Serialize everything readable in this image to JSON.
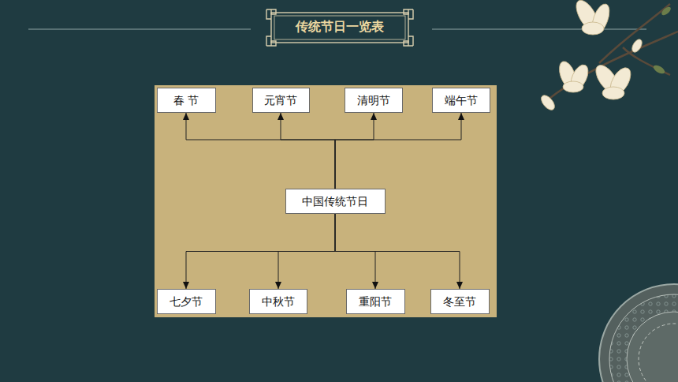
{
  "diagram": {
    "title": "传统节日一览表",
    "nodes": [
      {
        "text": [
          "春 节"
        ]
      },
      {
        "text": [
          "元宵节"
        ]
      },
      {
        "text": [
          "清明节"
        ]
      },
      {
        "text": [
          "端午节"
        ]
      },
      {
        "text": [
          "中国传统节日"
        ]
      },
      {
        "text": [
          "七夕节"
        ]
      },
      {
        "text": [
          "中秋节"
        ]
      },
      {
        "text": [
          "重阳节"
        ]
      },
      {
        "text": [
          "冬至节"
        ]
      }
    ],
    "edges": [
      {
        "from": 4,
        "to": 0,
        "arrow": "to"
      },
      {
        "from": 4,
        "to": 1,
        "arrow": "to"
      },
      {
        "from": 4,
        "to": 2,
        "arrow": "to"
      },
      {
        "from": 4,
        "to": 3,
        "arrow": "to"
      },
      {
        "from": 4,
        "to": 5,
        "arrow": "to"
      },
      {
        "from": 4,
        "to": 6,
        "arrow": "to"
      },
      {
        "from": 4,
        "to": 7,
        "arrow": "to"
      },
      {
        "from": 4,
        "to": 8,
        "arrow": "to"
      }
    ]
  }
}
